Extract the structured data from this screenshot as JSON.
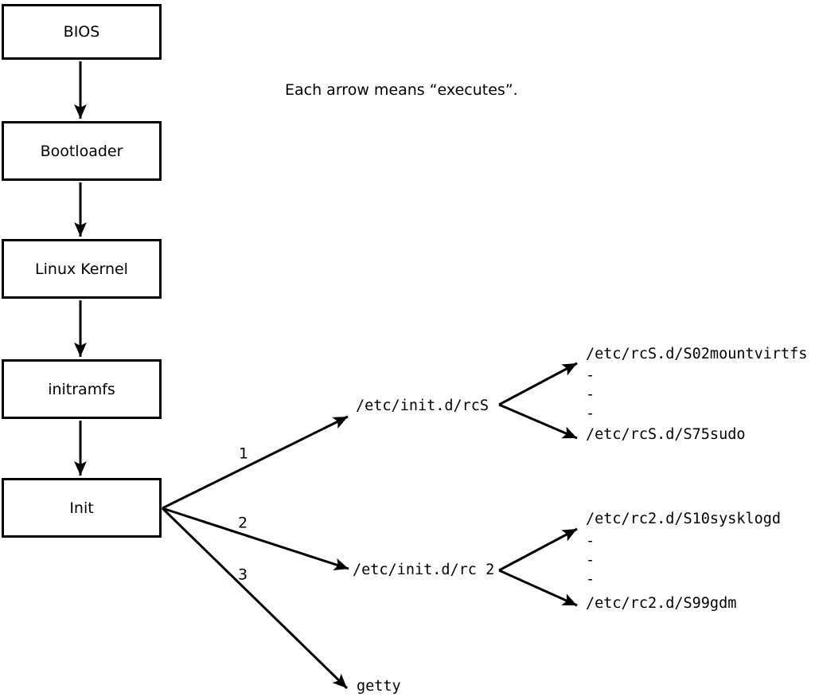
{
  "note": "Each arrow means “executes”.",
  "chain": [
    "BIOS",
    "Bootloader",
    "Linux Kernel",
    "initramfs",
    "Init"
  ],
  "branches": [
    {
      "order": "1",
      "target": "/etc/init.d/rcS",
      "children": [
        "/etc/rcS.d/S02mountvirtfs",
        "-",
        "-",
        "-",
        "/etc/rcS.d/S75sudo"
      ]
    },
    {
      "order": "2",
      "target": "/etc/init.d/rc 2",
      "children": [
        "/etc/rc2.d/S10sysklogd",
        "-",
        "-",
        "-",
        "/etc/rc2.d/S99gdm"
      ]
    },
    {
      "order": "3",
      "target": "getty",
      "children": []
    }
  ],
  "colors": {
    "ink": "#000000",
    "background": "#ffffff"
  }
}
